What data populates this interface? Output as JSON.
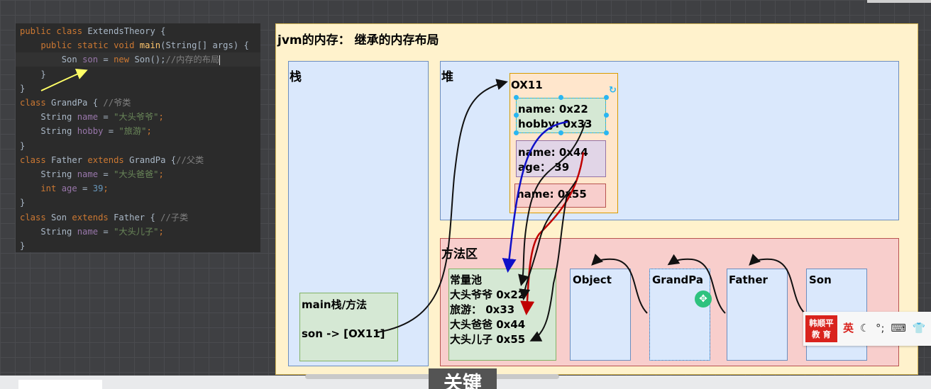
{
  "code": {
    "lines": [
      [
        {
          "t": "public class ",
          "c": "kw"
        },
        {
          "t": "ExtendsTheory {",
          "c": "cls"
        }
      ],
      [
        {
          "t": "    public static void ",
          "c": "kw"
        },
        {
          "t": "main",
          "c": "fn"
        },
        {
          "t": "(String[] args) {",
          "c": "cls"
        }
      ],
      [
        {
          "t": "        Son ",
          "c": "cls"
        },
        {
          "t": "son",
          "c": "fld"
        },
        {
          "t": " = ",
          "c": "cls"
        },
        {
          "t": "new ",
          "c": "kw"
        },
        {
          "t": "Son();",
          "c": "cls"
        },
        {
          "t": "//内存的布局",
          "c": "cmt"
        }
      ],
      [
        {
          "t": "    }",
          "c": "cls"
        }
      ],
      [
        {
          "t": "}",
          "c": "cls"
        }
      ],
      [
        {
          "t": "class ",
          "c": "kw"
        },
        {
          "t": "GrandPa { ",
          "c": "cls"
        },
        {
          "t": "//爷类",
          "c": "cmt"
        }
      ],
      [
        {
          "t": "    String ",
          "c": "cls"
        },
        {
          "t": "name",
          "c": "fld"
        },
        {
          "t": " = ",
          "c": "cls"
        },
        {
          "t": "\"大头爷爷\"",
          "c": "str"
        },
        {
          "t": ";",
          "c": "kw"
        }
      ],
      [
        {
          "t": "    String ",
          "c": "cls"
        },
        {
          "t": "hobby",
          "c": "fld"
        },
        {
          "t": " = ",
          "c": "cls"
        },
        {
          "t": "\"旅游\"",
          "c": "str"
        },
        {
          "t": ";",
          "c": "kw"
        }
      ],
      [
        {
          "t": "}",
          "c": "cls"
        }
      ],
      [
        {
          "t": "class ",
          "c": "kw"
        },
        {
          "t": "Father ",
          "c": "cls"
        },
        {
          "t": "extends ",
          "c": "kw"
        },
        {
          "t": "GrandPa {",
          "c": "cls"
        },
        {
          "t": "//父类",
          "c": "cmt"
        }
      ],
      [
        {
          "t": "    String ",
          "c": "cls"
        },
        {
          "t": "name",
          "c": "fld"
        },
        {
          "t": " = ",
          "c": "cls"
        },
        {
          "t": "\"大头爸爸\"",
          "c": "str"
        },
        {
          "t": ";",
          "c": "kw"
        }
      ],
      [
        {
          "t": "    int ",
          "c": "kw"
        },
        {
          "t": "age",
          "c": "fld"
        },
        {
          "t": " = ",
          "c": "cls"
        },
        {
          "t": "39",
          "c": "num"
        },
        {
          "t": ";",
          "c": "kw"
        }
      ],
      [
        {
          "t": "}",
          "c": "cls"
        }
      ],
      [
        {
          "t": "class ",
          "c": "kw"
        },
        {
          "t": "Son ",
          "c": "cls"
        },
        {
          "t": "extends ",
          "c": "kw"
        },
        {
          "t": "Father { ",
          "c": "cls"
        },
        {
          "t": "//子类",
          "c": "cmt"
        }
      ],
      [
        {
          "t": "    String ",
          "c": "cls"
        },
        {
          "t": "name",
          "c": "fld"
        },
        {
          "t": " = ",
          "c": "cls"
        },
        {
          "t": "\"大头儿子\"",
          "c": "str"
        },
        {
          "t": ";",
          "c": "kw"
        }
      ],
      [
        {
          "t": "}",
          "c": "cls"
        }
      ]
    ]
  },
  "diagram": {
    "title": "jvm的内存： 继承的内存布局",
    "stack_label": "栈",
    "heap_label": "堆",
    "method_area_label": "方法区",
    "main_frame": {
      "title": "main栈/方法",
      "ref": "son -> [OX11]"
    },
    "object_address": "OX11",
    "grandpa_fields": [
      "name: 0x22",
      "hobby: 0x33"
    ],
    "father_fields": [
      "name: 0x44",
      "age：  39"
    ],
    "son_fields": [
      "name: 0x55"
    ],
    "constant_pool": {
      "title": "常量池",
      "entries": [
        "大头爷爷 0x22",
        "旅游：    0x33",
        "大头爸爸 0x44",
        "大头儿子 0x55"
      ]
    },
    "classes": [
      "Object",
      "GrandPa",
      "Father",
      "Son"
    ],
    "colors": {
      "arrow_blue": "#1010c8",
      "arrow_red": "#c00000",
      "arrow_black": "#111111",
      "caller_arrow": "#ffff66"
    }
  },
  "ime": {
    "logo_line1": "韩顺平",
    "logo_line2": "教 育",
    "lang": "英",
    "moon_icon": "moon-icon",
    "punct": "°;",
    "keyboard_icon": "keyboard-icon",
    "shirt_icon": "shirt-icon",
    "wrench_icon": "wrench-icon"
  },
  "subtitle": "关键"
}
